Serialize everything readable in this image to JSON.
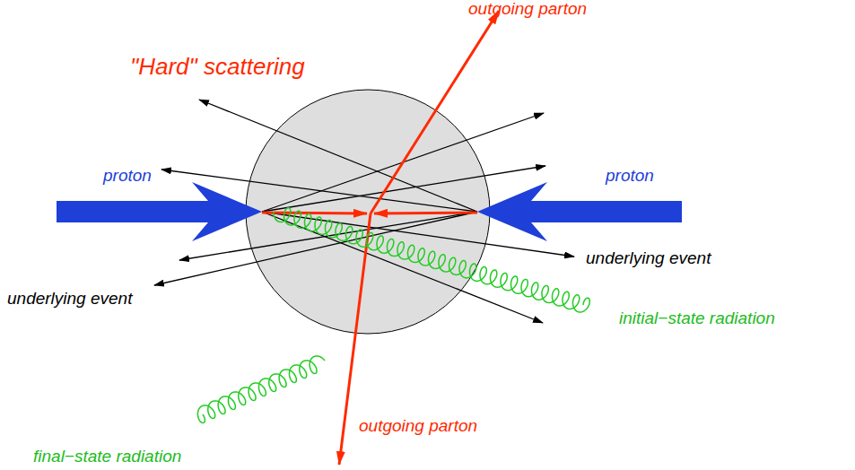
{
  "diagram": {
    "title": "\"Hard\" scattering",
    "labels": [
      "outgoing parton",
      "proton",
      "proton",
      "underlying event",
      "underlying event",
      "initial−state radiation",
      "final−state radiation",
      "outgoing parton"
    ]
  }
}
